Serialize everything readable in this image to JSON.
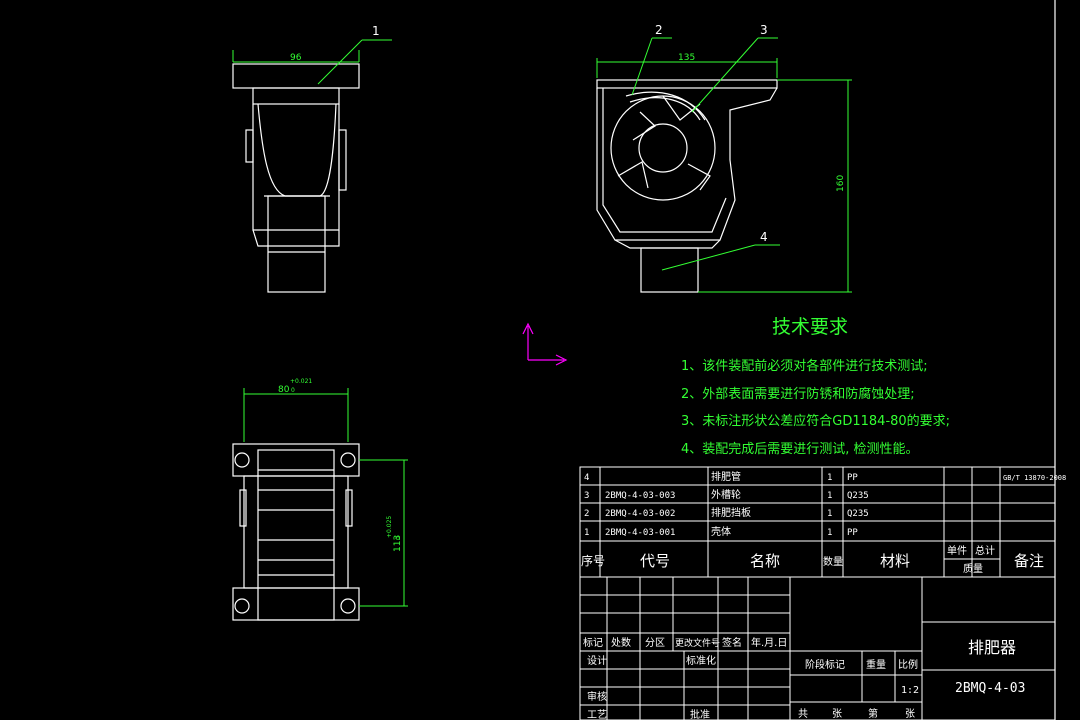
{
  "drawing": {
    "colors": {
      "geometry": "#ffffff",
      "text": "#33ff33",
      "ucs": "#ff00ff",
      "background": "#000000"
    },
    "dimensions": {
      "top_width": "96",
      "side_width": "135",
      "side_height": "160",
      "plan_width": "80",
      "plan_width_tol": "+0.021",
      "plan_width_tol0": "0",
      "plan_height": "113",
      "plan_height_tol": "+0.025",
      "plan_height_tol0": "0"
    },
    "balloons": [
      "1",
      "2",
      "3",
      "4"
    ]
  },
  "tech": {
    "title": "技术要求",
    "items": [
      "1、该件装配前必须对各部件进行技术测试;",
      "2、外部表面需要进行防锈和防腐蚀处理;",
      "3、未标注形状公差应符合GD1184-80的要求;",
      "4、装配完成后需要进行测试, 检测性能。"
    ]
  },
  "bom": {
    "rows": [
      {
        "no": "4",
        "code": "",
        "name": "排肥管",
        "qty": "1",
        "mat": "PP",
        "note": "GB/T 13870-2008"
      },
      {
        "no": "3",
        "code": "2BMQ-4-03-003",
        "name": "外槽轮",
        "qty": "1",
        "mat": "Q235",
        "note": ""
      },
      {
        "no": "2",
        "code": "2BMQ-4-03-002",
        "name": "排肥挡板",
        "qty": "1",
        "mat": "Q235",
        "note": ""
      },
      {
        "no": "1",
        "code": "2BMQ-4-03-001",
        "name": "壳体",
        "qty": "1",
        "mat": "PP",
        "note": ""
      }
    ],
    "header": {
      "no": "序号",
      "code": "代号",
      "name": "名称",
      "qty": "数量",
      "mat": "材料",
      "unit": "单件",
      "total": "总计",
      "mass": "质量",
      "note": "备注"
    }
  },
  "title_block": {
    "rev_labels": [
      "标记",
      "处数",
      "分区",
      "更改文件号",
      "签名",
      "年.月.日"
    ],
    "design": "设计",
    "standard": "标准化",
    "review": "审核",
    "process": "工艺",
    "approve": "批准",
    "stage_mark": "阶段标记",
    "weight": "重量",
    "scale": "比例",
    "scale_value": "1:2",
    "sheet_total": "共",
    "sheet_unit": "张",
    "sheet_no": "第",
    "sheet_unit2": "张",
    "part_name": "排肥器",
    "drawing_no": "2BMQ-4-03"
  }
}
